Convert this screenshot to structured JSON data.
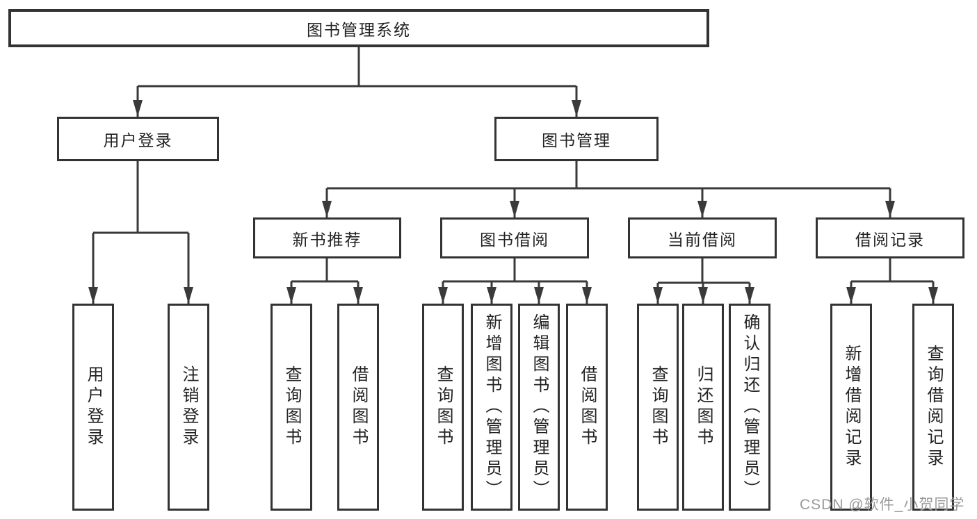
{
  "tree": {
    "label": "图书管理系统",
    "children": [
      {
        "label": "用户登录",
        "children": [
          {
            "label": "用户登录"
          },
          {
            "label": "注销登录"
          }
        ]
      },
      {
        "label": "图书管理",
        "children": [
          {
            "label": "新书推荐",
            "children": [
              {
                "label": "查询图书"
              },
              {
                "label": "借阅图书"
              }
            ]
          },
          {
            "label": "图书借阅",
            "children": [
              {
                "label": "查询图书"
              },
              {
                "label": "新增图书（管理员）"
              },
              {
                "label": "编辑图书（管理员）"
              },
              {
                "label": "借阅图书"
              }
            ]
          },
          {
            "label": "当前借阅",
            "children": [
              {
                "label": "查询图书"
              },
              {
                "label": "归还图书"
              },
              {
                "label": "确认归还（管理员）"
              }
            ]
          },
          {
            "label": "借阅记录",
            "children": [
              {
                "label": "新增借阅记录"
              },
              {
                "label": "查询借阅记录"
              }
            ]
          }
        ]
      }
    ]
  },
  "watermark": {
    "text": "CSDN @软件_小贺同学"
  },
  "colors": {
    "line": "#3a3a3a",
    "box_border": "#333333",
    "box_fill": "#ffffff",
    "text": "#222222",
    "watermark": "#9a9a9a",
    "background": "#ffffff"
  }
}
